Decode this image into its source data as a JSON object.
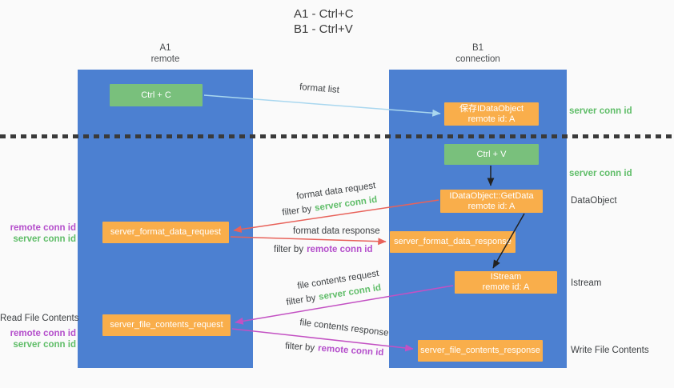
{
  "title": {
    "line1": "A1 - Ctrl+C",
    "line2": "B1 - Ctrl+V"
  },
  "columns": {
    "a1": {
      "name": "A1",
      "subtitle": "remote"
    },
    "b1": {
      "name": "B1",
      "subtitle": "connection"
    }
  },
  "nodes": {
    "ctrl_c": "Ctrl + C",
    "ctrl_v": "Ctrl + V",
    "save_dataobject": {
      "line1": "保存IDataObject",
      "line2": "remote id: A"
    },
    "getdata": {
      "line1": "IDataObject::GetData",
      "line2": "remote id: A"
    },
    "istream": {
      "line1": "IStream",
      "line2": "remote id: A"
    },
    "format_request": "server_format_data_request",
    "format_response": "server_format_data_response",
    "file_request": "server_file_contents_request",
    "file_response": "server_file_contents_response"
  },
  "side_labels": {
    "server_conn_id": "server conn id",
    "remote_conn_id": "remote conn id",
    "dataobject": "DataObject",
    "istream": "Istream",
    "read_file_contents": "Read File Contents",
    "write_file_contents": "Write File Contents"
  },
  "arrows": {
    "format_list": "format list",
    "format_data_request": "format data request",
    "format_data_response": "format data response",
    "file_contents_request": "file contents request",
    "file_contents_response": "file contents response",
    "filter_by": "filter by",
    "server_conn_id": "server conn id",
    "remote_conn_id": "remote conn id"
  },
  "colors": {
    "column_blue": "#4c80d1",
    "box_green": "#79c07c",
    "box_orange": "#f9ae4b",
    "arrow_blue": "#a9d7ef",
    "arrow_red": "#e8625a",
    "arrow_magenta": "#c351c3",
    "text_green": "#5fbd68",
    "text_purple": "#b44ecb"
  }
}
